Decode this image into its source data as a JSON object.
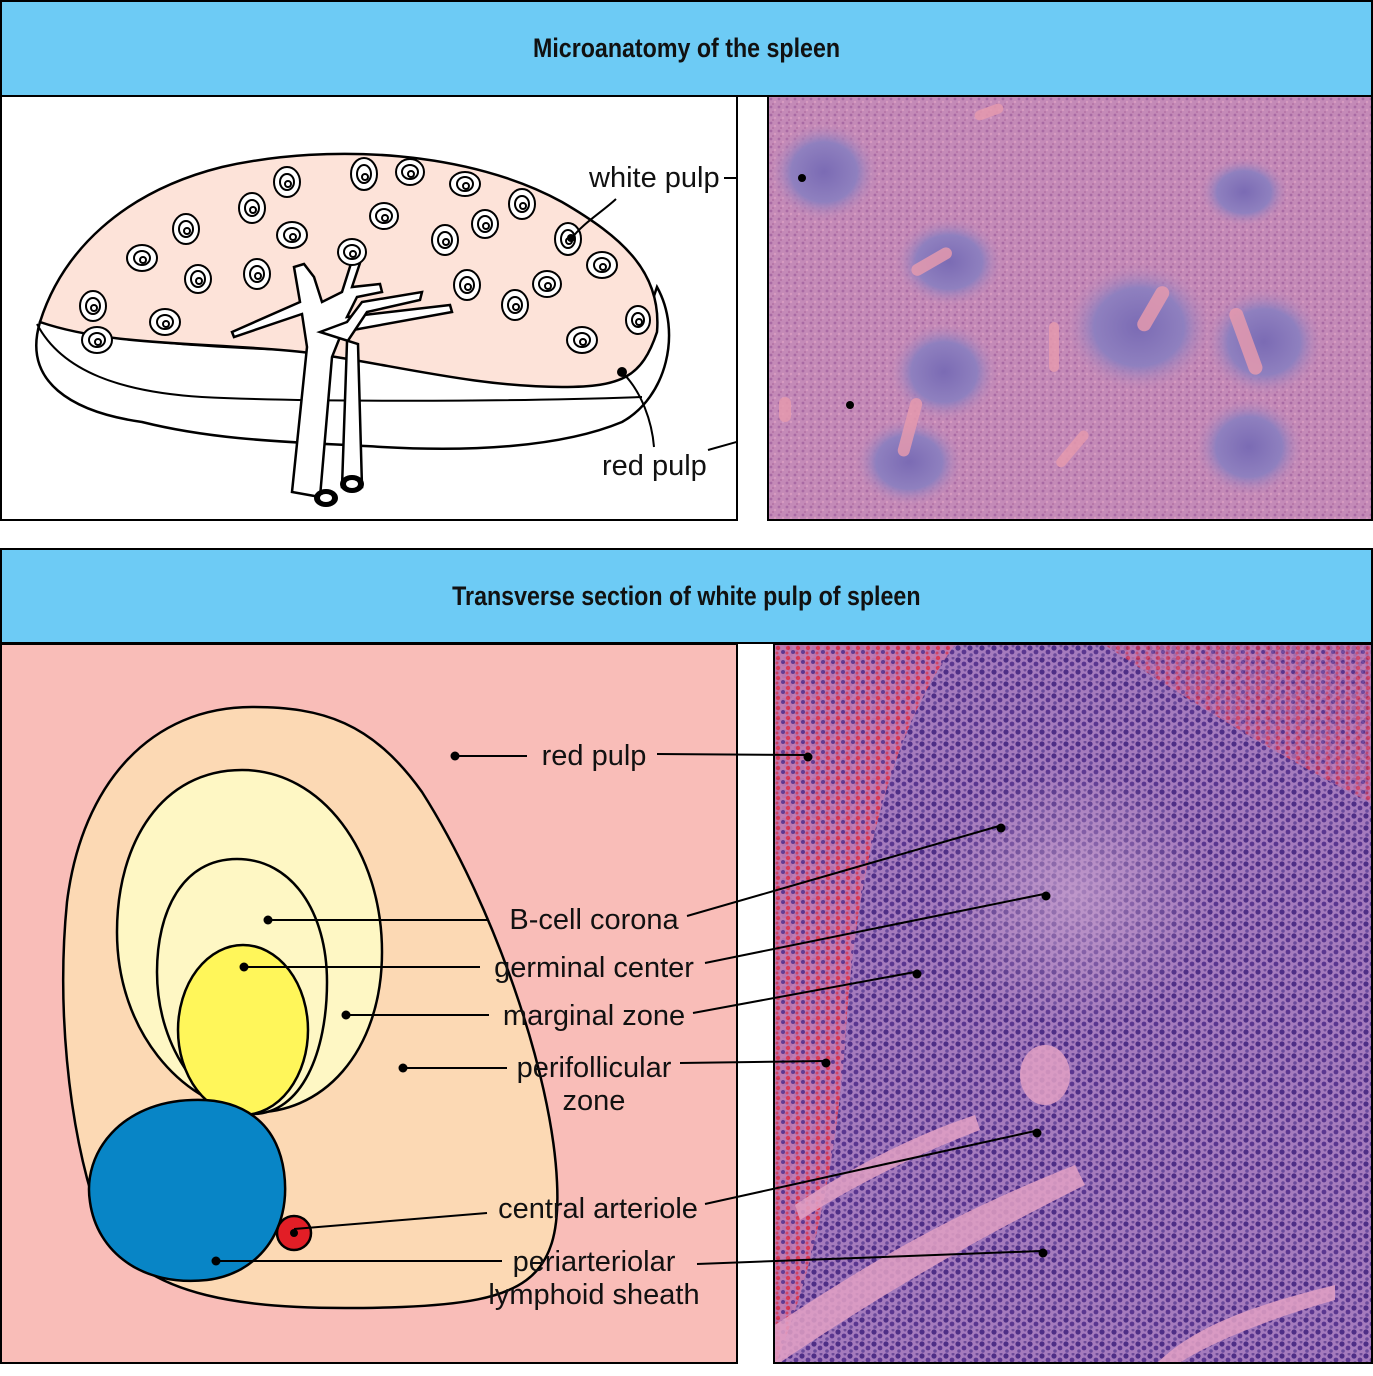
{
  "top": {
    "title": "Microanatomy of the spleen",
    "labels": {
      "white_pulp": "white pulp",
      "red_pulp": "red pulp"
    }
  },
  "bottom": {
    "title": "Transverse section of white pulp of spleen",
    "labels": {
      "red_pulp": "red pulp",
      "b_cell_corona": "B-cell corona",
      "germinal_center": "germinal center",
      "marginal_zone": "marginal zone",
      "perifollicular_1": "perifollicular",
      "perifollicular_2": "zone",
      "central_arteriole": "central arteriole",
      "pals_1": "periarteriolar",
      "pals_2": "lymphoid sheath"
    }
  },
  "colors": {
    "header_bg": "#6dcbf5",
    "red_pulp_bg": "#f9bdb8",
    "perifollicular": "#fcd9b4",
    "marginal": "#fef7c4",
    "germinal": "#fff65a",
    "pals": "#0885c6",
    "arteriole": "#e21e26",
    "spleen_fill": "#fde3d9",
    "histo_top": "#c98cb9",
    "histo_bottom": "#8b5ba3"
  }
}
